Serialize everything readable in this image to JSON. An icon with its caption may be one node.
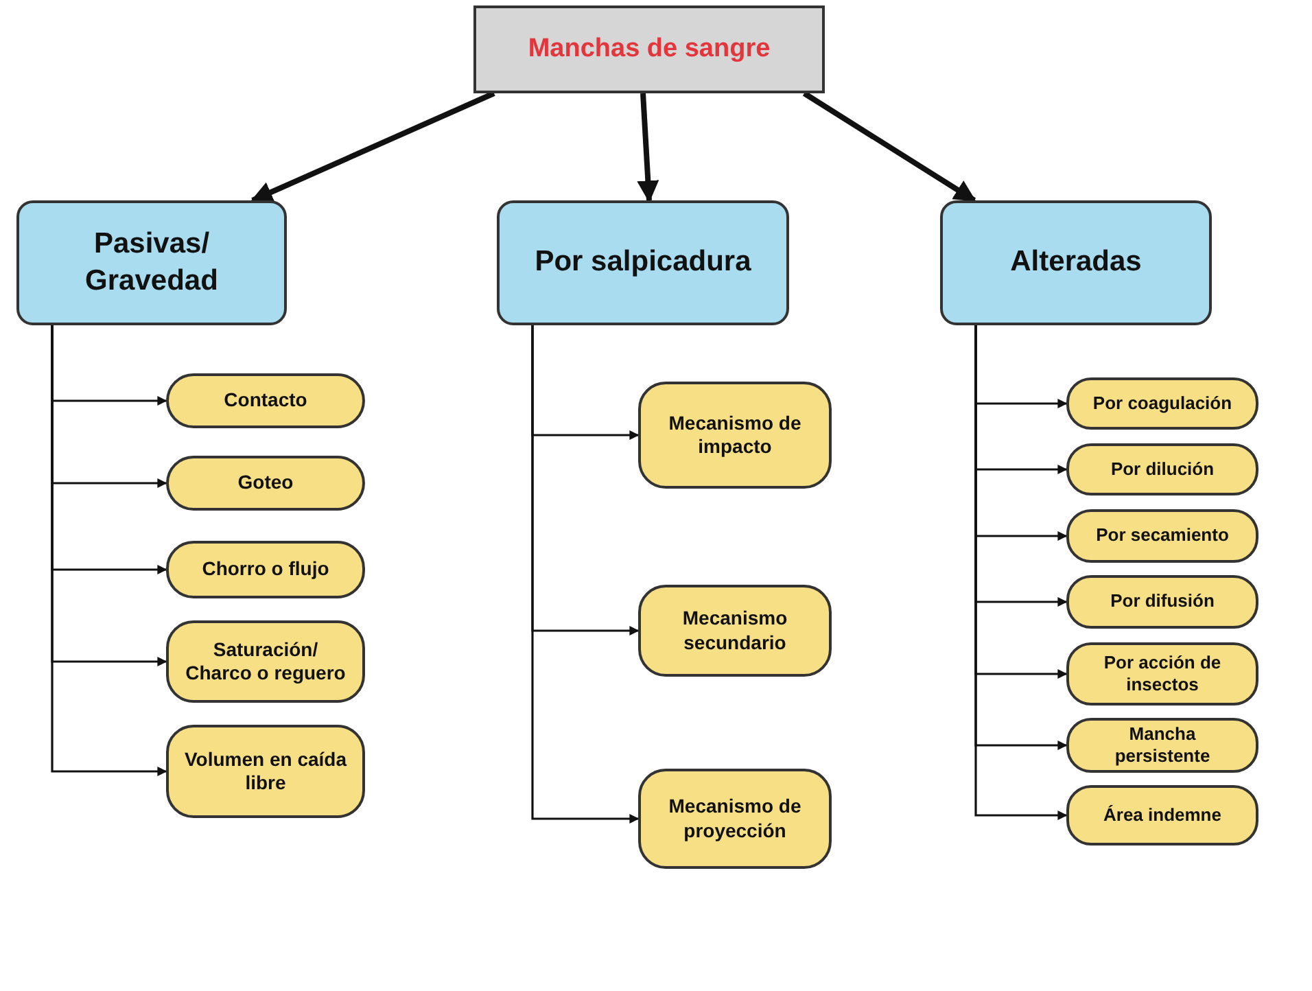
{
  "diagram": {
    "nodes": [
      {
        "text": [
          "Manchas de sangre"
        ]
      },
      {
        "text": [
          "Pasivas/ Gravedad"
        ]
      },
      {
        "text": [
          "Por salpicadura"
        ]
      },
      {
        "text": [
          "Alteradas"
        ]
      },
      {
        "text": [
          "Contacto"
        ]
      },
      {
        "text": [
          "Goteo"
        ]
      },
      {
        "text": [
          "Chorro o flujo"
        ]
      },
      {
        "text": [
          "Saturación/ Charco o reguero"
        ]
      },
      {
        "text": [
          "Volumen en caída libre"
        ]
      },
      {
        "text": [
          "Mecanismo de impacto"
        ]
      },
      {
        "text": [
          "Mecanismo secundario"
        ]
      },
      {
        "text": [
          "Mecanismo de proyección"
        ]
      },
      {
        "text": [
          "Por coagulación"
        ]
      },
      {
        "text": [
          "Por dilución"
        ]
      },
      {
        "text": [
          "Por secamiento"
        ]
      },
      {
        "text": [
          "Por difusión"
        ]
      },
      {
        "text": [
          "Por acción de insectos"
        ]
      },
      {
        "text": [
          "Mancha persistente"
        ]
      },
      {
        "text": [
          "Área indemne"
        ]
      }
    ],
    "edges": [
      {
        "from": 0,
        "to": 1,
        "arrow": "to",
        "style": "thick"
      },
      {
        "from": 0,
        "to": 2,
        "arrow": "to",
        "style": "thick"
      },
      {
        "from": 0,
        "to": 3,
        "arrow": "to",
        "style": "thick"
      },
      {
        "from": 1,
        "to": 4,
        "arrow": "to"
      },
      {
        "from": 1,
        "to": 5,
        "arrow": "to"
      },
      {
        "from": 1,
        "to": 6,
        "arrow": "to"
      },
      {
        "from": 1,
        "to": 7,
        "arrow": "to"
      },
      {
        "from": 1,
        "to": 8,
        "arrow": "to"
      },
      {
        "from": 2,
        "to": 9,
        "arrow": "to"
      },
      {
        "from": 2,
        "to": 10,
        "arrow": "to"
      },
      {
        "from": 2,
        "to": 11,
        "arrow": "to"
      },
      {
        "from": 3,
        "to": 12,
        "arrow": "to"
      },
      {
        "from": 3,
        "to": 13,
        "arrow": "to"
      },
      {
        "from": 3,
        "to": 14,
        "arrow": "to"
      },
      {
        "from": 3,
        "to": 15,
        "arrow": "to"
      },
      {
        "from": 3,
        "to": 16,
        "arrow": "to"
      },
      {
        "from": 3,
        "to": 17,
        "arrow": "to"
      },
      {
        "from": 3,
        "to": 18,
        "arrow": "to"
      }
    ]
  }
}
